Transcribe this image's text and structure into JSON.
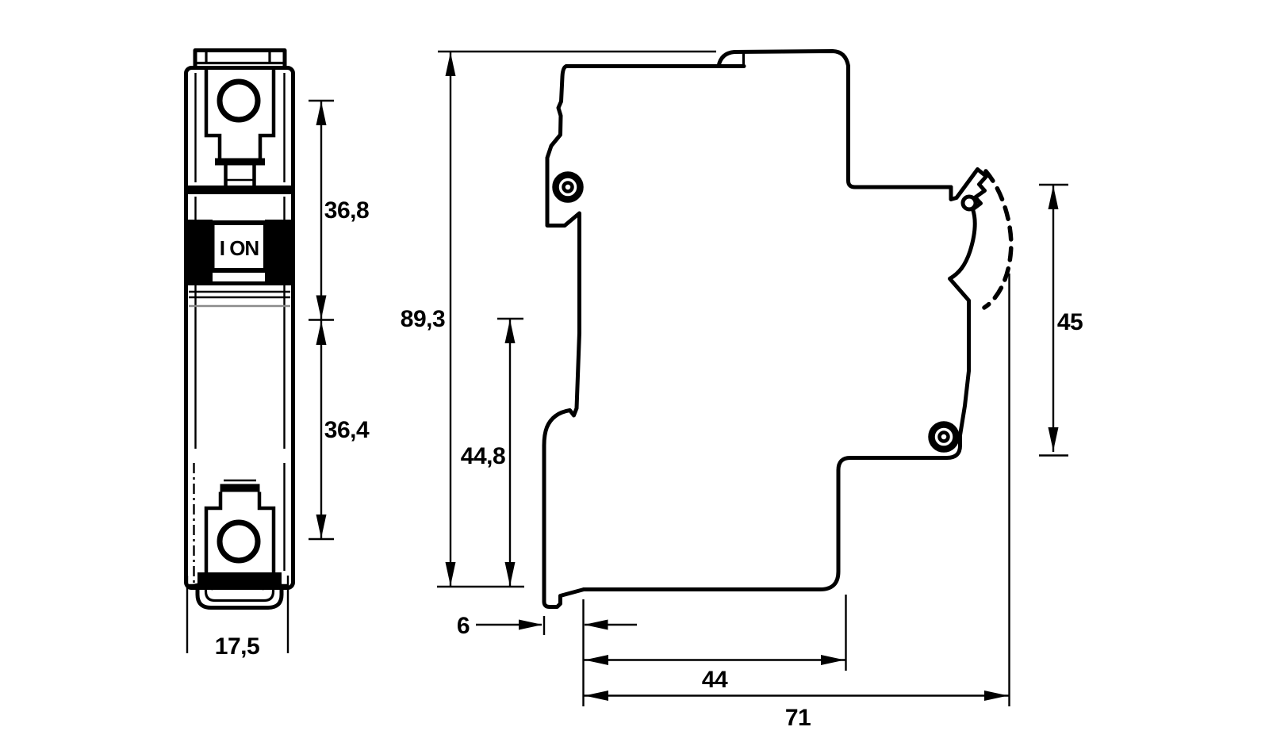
{
  "figure": {
    "subject": "Dimensional technical drawing of a 1-pole DIN-rail miniature circuit breaker, front view and side view",
    "views": {
      "front": "front view",
      "side": "side view"
    },
    "switch_marking": "I ON",
    "colors": {
      "line": "#000000",
      "background": "#ffffff",
      "faint_line": "#8a8a8a"
    }
  },
  "dimensions_mm": {
    "front_upper_height": "36,8",
    "front_lower_height": "36,4",
    "front_width": "17,5",
    "total_height": "89,3",
    "partial_height": "44,8",
    "handle_height": "45",
    "clip_offset": "6",
    "base_depth": "44",
    "total_depth": "71"
  }
}
